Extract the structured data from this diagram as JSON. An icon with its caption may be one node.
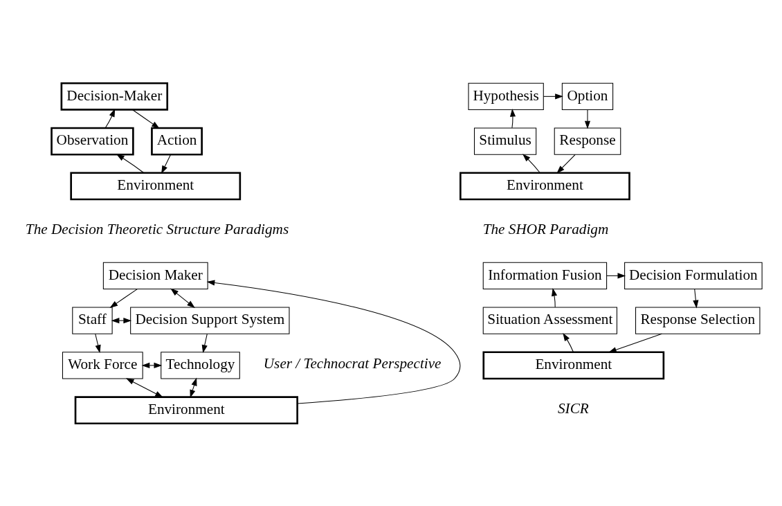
{
  "diagram": {
    "nodes": [
      {
        "text": [
          "Decision-Maker"
        ]
      },
      {
        "text": [
          "Observation"
        ]
      },
      {
        "text": [
          "Action"
        ]
      },
      {
        "text": [
          "Environment"
        ]
      },
      {
        "text": [
          "Hypothesis"
        ]
      },
      {
        "text": [
          "Option"
        ]
      },
      {
        "text": [
          "Stimulus"
        ]
      },
      {
        "text": [
          "Response"
        ]
      },
      {
        "text": [
          "Environment"
        ]
      },
      {
        "text": [
          "Decision Maker"
        ]
      },
      {
        "text": [
          "Staff"
        ]
      },
      {
        "text": [
          "Decision Support System"
        ]
      },
      {
        "text": [
          "Work Force"
        ]
      },
      {
        "text": [
          "Technology"
        ]
      },
      {
        "text": [
          "Environment"
        ]
      },
      {
        "text": [
          "Information Fusion"
        ]
      },
      {
        "text": [
          "Decision Formulation"
        ]
      },
      {
        "text": [
          "Situation Assessment"
        ]
      },
      {
        "text": [
          "Response Selection"
        ]
      },
      {
        "text": [
          "Environment"
        ]
      }
    ],
    "edges": [
      {
        "from": 1,
        "to": 0,
        "arrow": "to"
      },
      {
        "from": 0,
        "to": 2,
        "arrow": "to"
      },
      {
        "from": 2,
        "to": 3,
        "arrow": "to"
      },
      {
        "from": 3,
        "to": 1,
        "arrow": "to"
      },
      {
        "from": 6,
        "to": 4,
        "arrow": "to"
      },
      {
        "from": 4,
        "to": 5,
        "arrow": "to"
      },
      {
        "from": 5,
        "to": 7,
        "arrow": "to"
      },
      {
        "from": 7,
        "to": 8,
        "arrow": "to"
      },
      {
        "from": 8,
        "to": 6,
        "arrow": "to"
      },
      {
        "from": 9,
        "to": 10,
        "arrow": "to"
      },
      {
        "from": 9,
        "to": 11,
        "arrow": "both"
      },
      {
        "from": 10,
        "to": 11,
        "arrow": "both"
      },
      {
        "from": 10,
        "to": 12,
        "arrow": "to"
      },
      {
        "from": 11,
        "to": 13,
        "arrow": "to"
      },
      {
        "from": 12,
        "to": 13,
        "arrow": "both"
      },
      {
        "from": 12,
        "to": 14,
        "arrow": "both"
      },
      {
        "from": 13,
        "to": 14,
        "arrow": "both"
      },
      {
        "from": 14,
        "to": 9,
        "arrow": "to"
      },
      {
        "from": 17,
        "to": 15,
        "arrow": "to"
      },
      {
        "from": 15,
        "to": 16,
        "arrow": "to"
      },
      {
        "from": 16,
        "to": 18,
        "arrow": "to"
      },
      {
        "from": 18,
        "to": 19,
        "arrow": "to"
      },
      {
        "from": 19,
        "to": 17,
        "arrow": "to"
      }
    ],
    "labels": [
      "The Decision Theoretic Structure Paradigms",
      "The SHOR Paradigm",
      "User / Technocrat Perspective",
      "SICR"
    ]
  }
}
